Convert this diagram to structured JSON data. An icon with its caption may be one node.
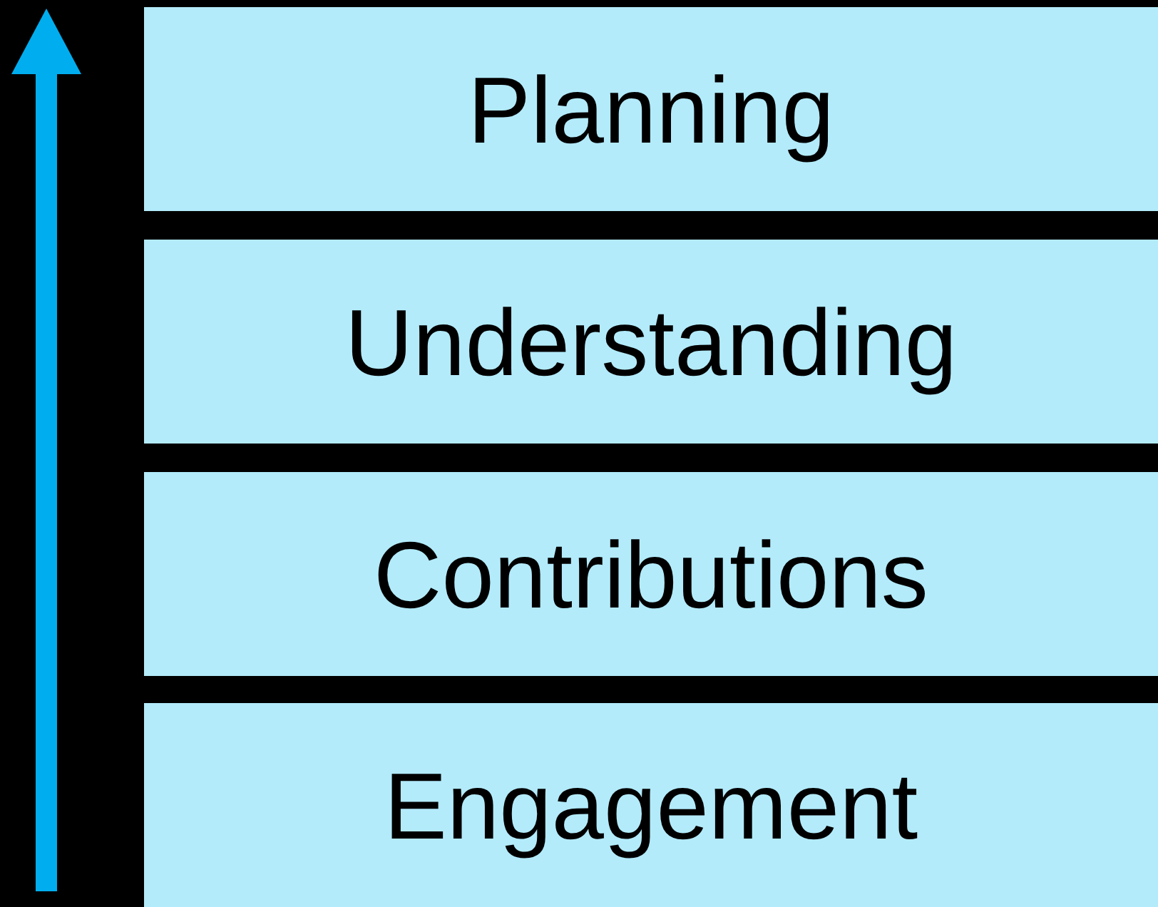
{
  "diagram": {
    "nodes": [
      {
        "text": [
          "Planning"
        ]
      },
      {
        "text": [
          "Understanding"
        ]
      },
      {
        "text": [
          "Contributions"
        ]
      },
      {
        "text": [
          "Engagement"
        ]
      }
    ]
  }
}
